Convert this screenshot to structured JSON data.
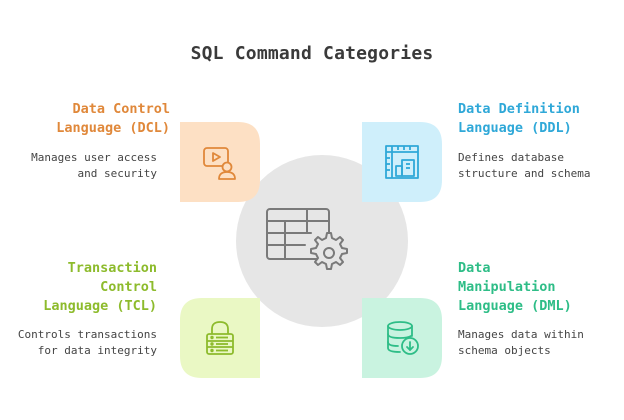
{
  "title": "SQL Command Categories",
  "colors": {
    "dcl": "#e0883a",
    "ddl": "#2fa8d8",
    "tcl": "#8dbb2c",
    "dml": "#2ebd87",
    "center": "#e6e6e6"
  },
  "categories": {
    "dcl": {
      "heading_line1": "Data Control",
      "heading_line2": "Language (DCL)",
      "desc_line1": "Manages user access",
      "desc_line2": "and security",
      "icon": "video-user-icon"
    },
    "ddl": {
      "heading_line1": "Data Definition",
      "heading_line2": "Language (DDL)",
      "desc_line1": "Defines database",
      "desc_line2": "structure and schema",
      "icon": "blueprint-icon"
    },
    "tcl": {
      "heading_line1": "Transaction",
      "heading_line2": "Control",
      "heading_line3": "Language (TCL)",
      "desc_line1": "Controls transactions",
      "desc_line2": "for data integrity",
      "icon": "lock-server-icon"
    },
    "dml": {
      "heading_line1": "Data",
      "heading_line2": "Manipulation",
      "heading_line3": "Language (DML)",
      "desc_line1": "Manages data within",
      "desc_line2": "schema objects",
      "icon": "database-download-icon"
    }
  },
  "center_icon": "table-gear-icon"
}
